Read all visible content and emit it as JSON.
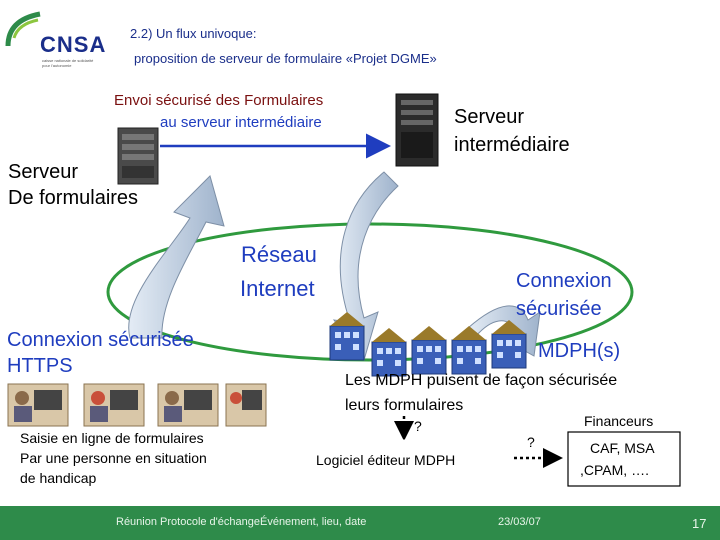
{
  "header": {
    "logo_text": "CNSA",
    "logo_subtext": "caisse nationale de solidarité pour l'autonomie",
    "title_line1": "2.2) Un flux univoque:",
    "title_line2": "proposition de serveur de formulaire «Projet DGME»"
  },
  "labels": {
    "envoi_line1": "Envoi sécurisé des Formulaires",
    "envoi_line2": "au serveur intermédiaire",
    "serveur_interm_line1": "Serveur",
    "serveur_interm_line2": "intermédiaire",
    "serveur_form_line1": "Serveur",
    "serveur_form_line2": "De formulaires",
    "reseau_line1": "Réseau",
    "reseau_line2": "Internet",
    "connexion_line1": "Connexion",
    "connexion_line2": "sécurisée",
    "connexion_https_line1": "Connexion sécurisée",
    "connexion_https_line2": "HTTPS",
    "mdph": "MDPH(s)",
    "mdph_puisent_line1": "Les MDPH puisent de façon sécurisée",
    "mdph_puisent_line2": "leurs formulaires",
    "question_1": "?",
    "question_2": "?",
    "saisie_line1": "Saisie en ligne de formulaires",
    "saisie_line2": "Par une personne en situation",
    "saisie_line3": "de handicap",
    "logiciel": "Logiciel éditeur MDPH",
    "financeurs": "Financeurs",
    "caf_line1": "CAF, MSA",
    "caf_line2": ",CPAM, …."
  },
  "footer": {
    "event": "Réunion Protocole d'échangeÉvénement, lieu, date",
    "date": "23/03/07",
    "page": "17"
  },
  "colors": {
    "accent_blue": "#1f3dbf",
    "title_blue": "#1a2e8a",
    "footer_green": "#2e8b4a",
    "ellipse_green": "#2f9a3e",
    "arrow_fill": "#c9d6e6",
    "dark_red": "#7a1010"
  }
}
